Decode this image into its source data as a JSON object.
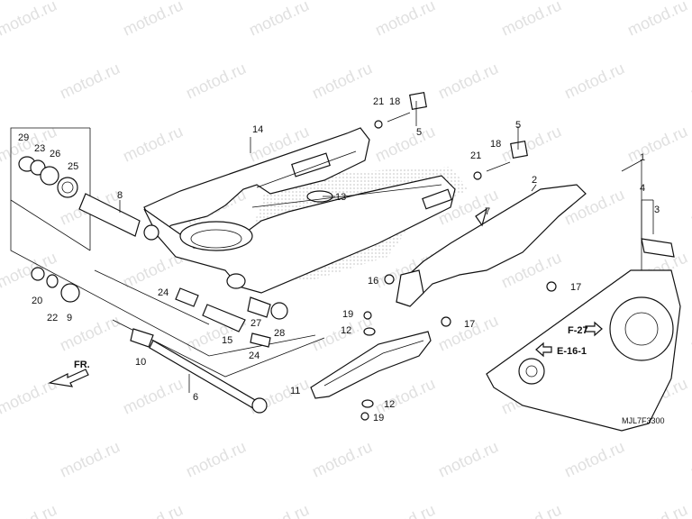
{
  "watermark": "motod.ru",
  "diagram_code": "MJL7F3300",
  "direction_arrow": "FR.",
  "references": [
    {
      "id": "ref-f27",
      "text": "F-27"
    },
    {
      "id": "ref-e16",
      "text": "E-16-1"
    }
  ],
  "callouts": [
    {
      "id": "c1",
      "text": "1"
    },
    {
      "id": "c2",
      "text": "2"
    },
    {
      "id": "c3",
      "text": "3"
    },
    {
      "id": "c4",
      "text": "4"
    },
    {
      "id": "c5a",
      "text": "5"
    },
    {
      "id": "c5b",
      "text": "5"
    },
    {
      "id": "c6",
      "text": "6"
    },
    {
      "id": "c7",
      "text": "7"
    },
    {
      "id": "c8",
      "text": "8"
    },
    {
      "id": "c9",
      "text": "9"
    },
    {
      "id": "c10",
      "text": "10"
    },
    {
      "id": "c11",
      "text": "11"
    },
    {
      "id": "c12a",
      "text": "12"
    },
    {
      "id": "c12b",
      "text": "12"
    },
    {
      "id": "c13",
      "text": "13"
    },
    {
      "id": "c14",
      "text": "14"
    },
    {
      "id": "c15",
      "text": "15"
    },
    {
      "id": "c16",
      "text": "16"
    },
    {
      "id": "c17a",
      "text": "17"
    },
    {
      "id": "c17b",
      "text": "17"
    },
    {
      "id": "c18a",
      "text": "18"
    },
    {
      "id": "c18b",
      "text": "18"
    },
    {
      "id": "c19a",
      "text": "19"
    },
    {
      "id": "c19b",
      "text": "19"
    },
    {
      "id": "c20",
      "text": "20"
    },
    {
      "id": "c21a",
      "text": "21"
    },
    {
      "id": "c21b",
      "text": "21"
    },
    {
      "id": "c22",
      "text": "22"
    },
    {
      "id": "c23",
      "text": "23"
    },
    {
      "id": "c24a",
      "text": "24"
    },
    {
      "id": "c24b",
      "text": "24"
    },
    {
      "id": "c25",
      "text": "25"
    },
    {
      "id": "c26",
      "text": "26"
    },
    {
      "id": "c27",
      "text": "27"
    },
    {
      "id": "c28",
      "text": "28"
    },
    {
      "id": "c29",
      "text": "29"
    }
  ]
}
